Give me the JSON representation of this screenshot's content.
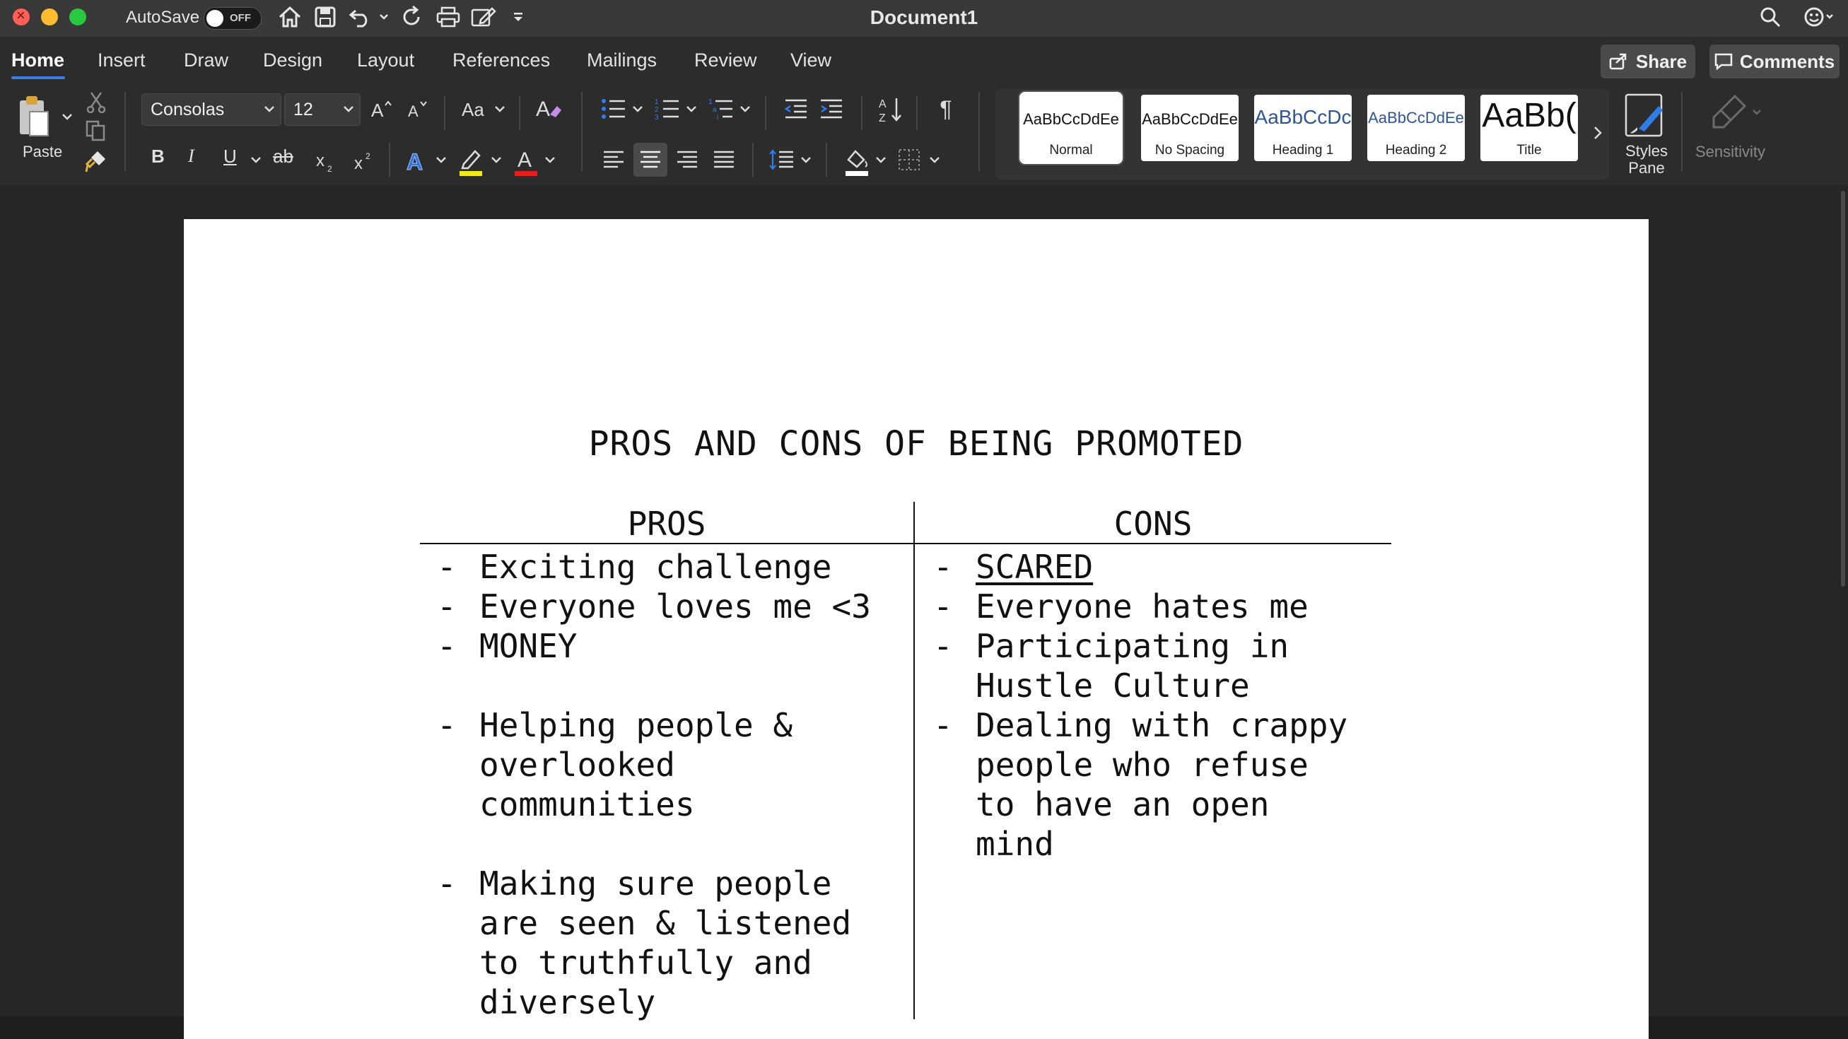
{
  "window": {
    "autosave_label": "AutoSave",
    "autosave_state": "OFF",
    "title": "Document1"
  },
  "tabs": [
    {
      "label": "Home",
      "active": true
    },
    {
      "label": "Insert"
    },
    {
      "label": "Draw"
    },
    {
      "label": "Design"
    },
    {
      "label": "Layout"
    },
    {
      "label": "References"
    },
    {
      "label": "Mailings"
    },
    {
      "label": "Review"
    },
    {
      "label": "View"
    }
  ],
  "header_buttons": {
    "share": "Share",
    "comments": "Comments"
  },
  "ribbon": {
    "paste_label": "Paste",
    "font_name": "Consolas",
    "font_size": "12",
    "styles": [
      {
        "preview": "AaBbCcDdEe",
        "name": "Normal",
        "selected": true
      },
      {
        "preview": "AaBbCcDdEe",
        "name": "No Spacing"
      },
      {
        "preview": "AaBbCcDc",
        "name": "Heading 1"
      },
      {
        "preview": "AaBbCcDdEe",
        "name": "Heading 2"
      },
      {
        "preview": "AaBb(",
        "name": "Title"
      }
    ],
    "styles_pane_label": "Styles Pane",
    "sensitivity_label": "Sensitivity"
  },
  "document": {
    "heading": "PROS AND CONS OF BEING PROMOTED",
    "pros_header": "PROS",
    "cons_header": "CONS",
    "pros": [
      {
        "lines": [
          "Exciting challenge"
        ]
      },
      {
        "lines": [
          "Everyone loves me <3"
        ]
      },
      {
        "lines": [
          "MONEY"
        ]
      },
      {
        "lines": [
          "Helping people &",
          "overlooked",
          "communities"
        ],
        "gap": true
      },
      {
        "lines": [
          "Making sure people",
          "are seen & listened",
          "to truthfully and",
          "diversely"
        ],
        "gap": true
      }
    ],
    "cons": [
      {
        "lines": [
          "SCARED"
        ],
        "underline": true
      },
      {
        "lines": [
          "Everyone hates me"
        ]
      },
      {
        "lines": [
          "Participating in",
          "Hustle Culture"
        ]
      },
      {
        "lines": [
          "Dealing with crappy",
          "people who refuse",
          "to have an open",
          "mind"
        ]
      }
    ],
    "dash": "-"
  }
}
